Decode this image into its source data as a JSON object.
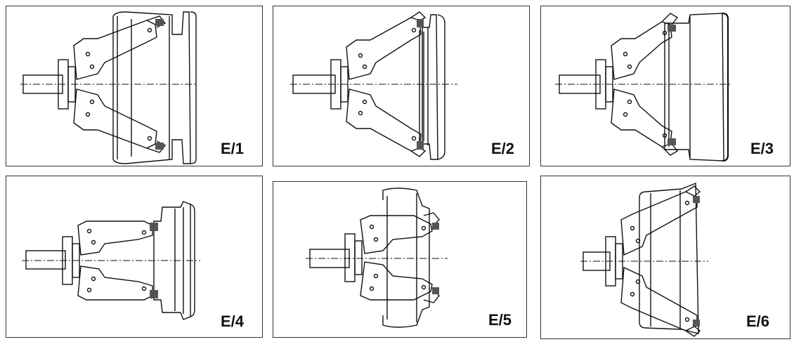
{
  "panels": [
    {
      "id": "p1",
      "label": "E/1"
    },
    {
      "id": "p2",
      "label": "E/2"
    },
    {
      "id": "p3",
      "label": "E/3"
    },
    {
      "id": "p4",
      "label": "E/4"
    },
    {
      "id": "p5",
      "label": "E/5"
    },
    {
      "id": "p6",
      "label": "E/6"
    }
  ],
  "colors": {
    "ink": "#111111",
    "frame": "#333333",
    "hatch": "#555555"
  }
}
